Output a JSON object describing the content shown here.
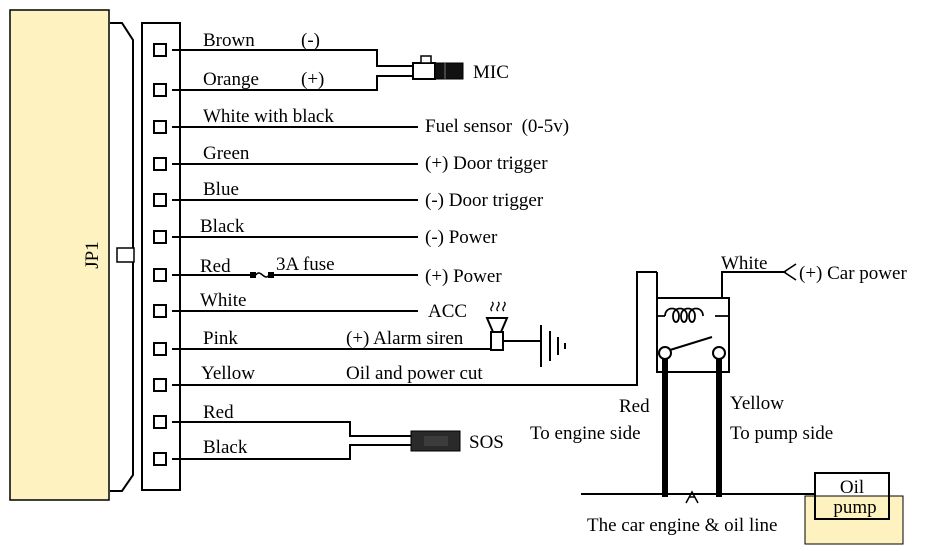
{
  "connector": {
    "name": "JP1",
    "body_color": "#fdf2c0"
  },
  "wires": [
    {
      "label": "Brown",
      "polarity": "(-)"
    },
    {
      "label": "Orange",
      "polarity": "(+)"
    },
    {
      "label": "White with black",
      "destination": "Fuel sensor  (0-5v)"
    },
    {
      "label": "Green",
      "destination": "(+) Door trigger"
    },
    {
      "label": "Blue",
      "destination": "(-) Door trigger"
    },
    {
      "label": "Black",
      "destination": "(-) Power"
    },
    {
      "label": "Red",
      "fuse": "3A fuse",
      "destination": "(+) Power"
    },
    {
      "label": "White",
      "destination": "ACC"
    },
    {
      "label": "Pink",
      "destination": "(+) Alarm siren"
    },
    {
      "label": "Yellow",
      "destination": "Oil and power cut"
    },
    {
      "label": "Red"
    },
    {
      "label": "Black"
    }
  ],
  "mic": {
    "label": "MIC"
  },
  "sos": {
    "label": "SOS"
  },
  "relay": {
    "input_wire": "White",
    "input_label": "(+) Car power",
    "left_wire": "Red",
    "left_label": "To engine side",
    "right_wire": "Yellow",
    "right_label": "To pump side"
  },
  "line_label": "The car engine & oil line",
  "oil_pump": {
    "line1": "Oil",
    "line2": "pump",
    "color": "#fdf2c0"
  }
}
